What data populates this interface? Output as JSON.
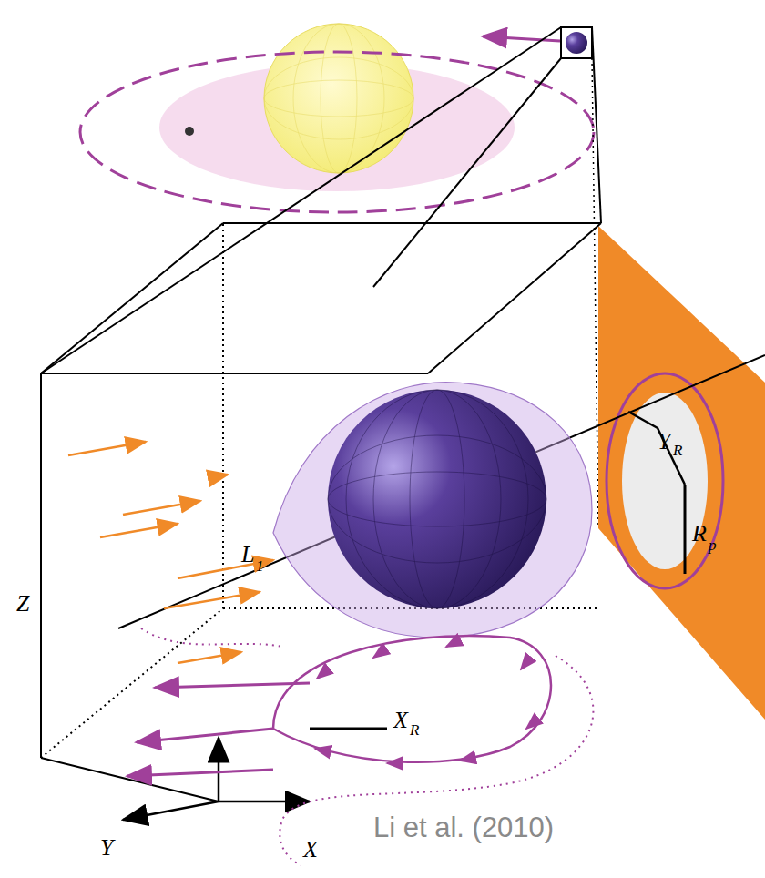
{
  "diagram": {
    "labels": [
      "Y",
      "R",
      "R",
      "p",
      "L",
      "1",
      "X",
      "R",
      "Z",
      "Y",
      "X",
      "Li et al. (2010)"
    ]
  }
}
